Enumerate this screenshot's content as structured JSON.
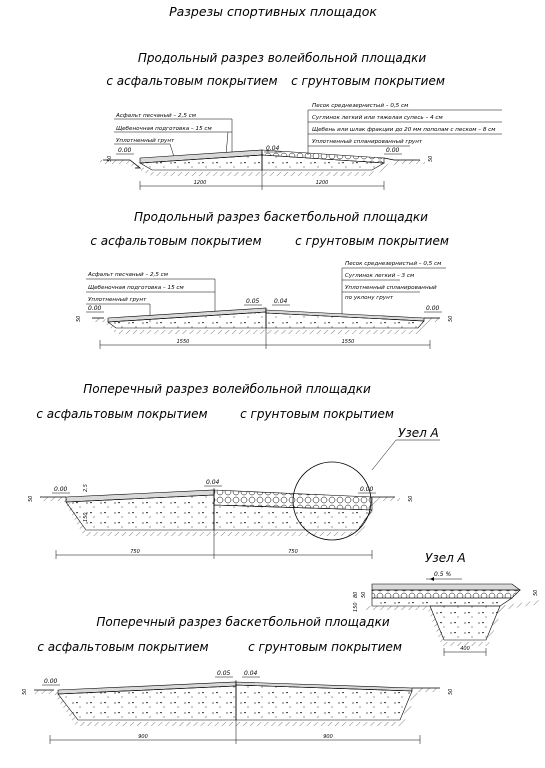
{
  "title": "Разрезы спортивных площадок",
  "sections": [
    {
      "heading": "Продольный разрез волейбольной площадки",
      "left_caption": "с асфальтовым покрытием",
      "right_caption": "с грунтовым покрытием",
      "left_labels": [
        "Асфальт песчаный – 2,5 см",
        "Щебеночная подготовка – 15 см",
        "Уплотненный грунт"
      ],
      "right_labels": [
        "Песок среднезернистый – 0,5 см",
        "Суглинок легкий или тяжелая супесь – 4 см",
        "Щебень или шлак фракции до 20 мм пополам с песком – 8 см",
        "Уплотненный спланированный грунт"
      ],
      "levels": [
        "0.00",
        "0.04",
        "0.00"
      ],
      "side_mark": "50",
      "dims": [
        "1200",
        "1200"
      ]
    },
    {
      "heading": "Продольный разрез баскетбольной площадки",
      "left_caption": "с асфальтовым покрытием",
      "right_caption": "с грунтовым покрытием",
      "left_labels": [
        "Асфальт песчаный – 2,5 см",
        "Щебеночная подготовка – 15 см",
        "Уплотненный грунт"
      ],
      "right_labels": [
        "Песок среднезернистый – 0,5 см",
        "Суглинок легкий – 3 см",
        "Уплотненный спланированный",
        "по уклону грунт"
      ],
      "levels": [
        "0.00",
        "0.05",
        "0.04",
        "0.00"
      ],
      "side_mark": "50",
      "dims": [
        "1550",
        "1550"
      ]
    },
    {
      "heading": "Поперечный разрез волейбольной площадки",
      "left_caption": "с асфальтовым покрытием",
      "right_caption": "с грунтовым покрытием",
      "node_label": "Узел А",
      "levels": [
        "0.00",
        "0.04",
        "0.00"
      ],
      "side_mark": "50",
      "small_marks": [
        "2.5",
        "150"
      ],
      "dims": [
        "750",
        "750"
      ]
    },
    {
      "node_title": "Узел А",
      "slope": "0.5 %",
      "left_marks": [
        "80",
        "150",
        "50"
      ],
      "dim": "400"
    },
    {
      "heading": "Поперечный разрез баскетбольной площадки",
      "left_caption": "с асфальтовым покрытием",
      "right_caption": "с грунтовым покрытием",
      "levels": [
        "0.00",
        "0.05",
        "0.04"
      ],
      "side_mark": "50",
      "dims": [
        "900",
        "900"
      ]
    }
  ]
}
